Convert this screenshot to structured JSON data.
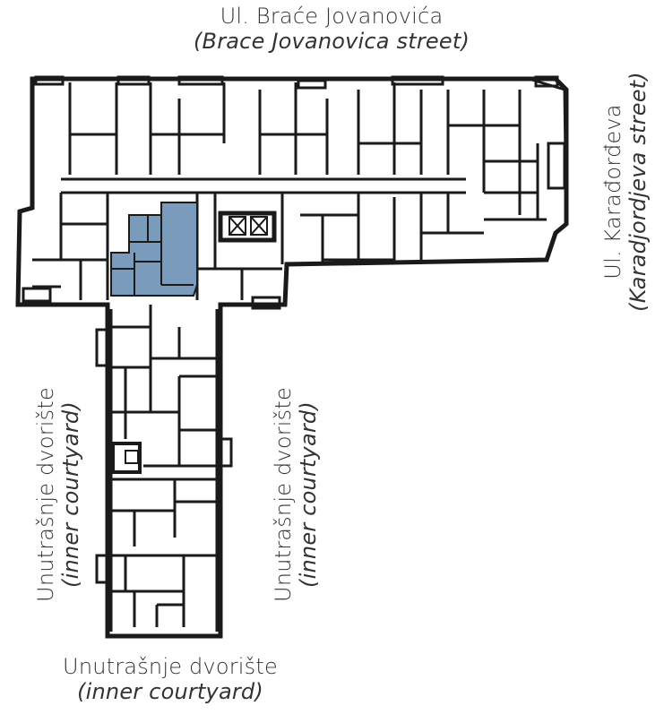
{
  "labels": {
    "top": {
      "line1": "Ul. Braće Jovanovića",
      "line2": "(Brace Jovanovica street)"
    },
    "right": {
      "line1": "Ul. Karađorđeva",
      "line2": "(Karadjordjeva street)"
    },
    "courtyard_left": {
      "line1": "Unutrašnje dvorište",
      "line2": "(inner courtyard)"
    },
    "courtyard_mid": {
      "line1": "Unutrašnje dvorište",
      "line2": "(inner courtyard)"
    },
    "courtyard_bottom": {
      "line1": "Unutrašnje dvorište",
      "line2": "(inner courtyard)"
    }
  },
  "colors": {
    "wall": "#1a1a1a",
    "highlight": "#7b9bbd",
    "background": "#ffffff"
  }
}
